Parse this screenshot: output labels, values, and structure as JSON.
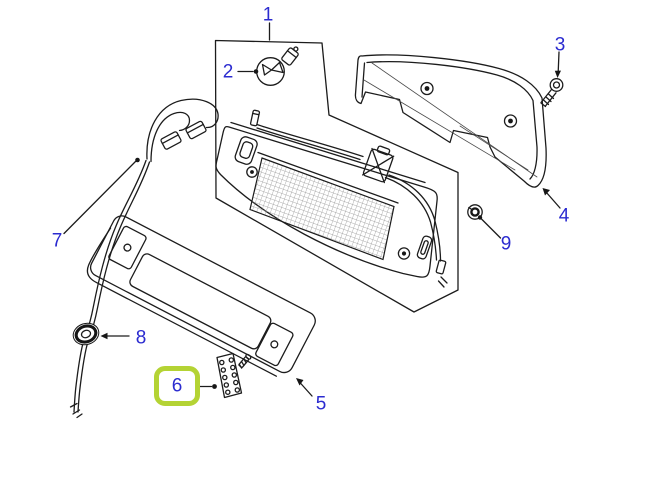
{
  "figure": {
    "type": "exploded-parts-diagram",
    "background_color": "#ffffff",
    "line_color": "#1c1c1c",
    "label_color": "#2b2bd0",
    "highlight_border_color": "#b4d334",
    "highlighted_callout": "6",
    "callouts": {
      "c1": "1",
      "c2": "2",
      "c3": "3",
      "c4": "4",
      "c5": "5",
      "c6": "6",
      "c7": "7",
      "c8": "8",
      "c9": "9"
    }
  }
}
